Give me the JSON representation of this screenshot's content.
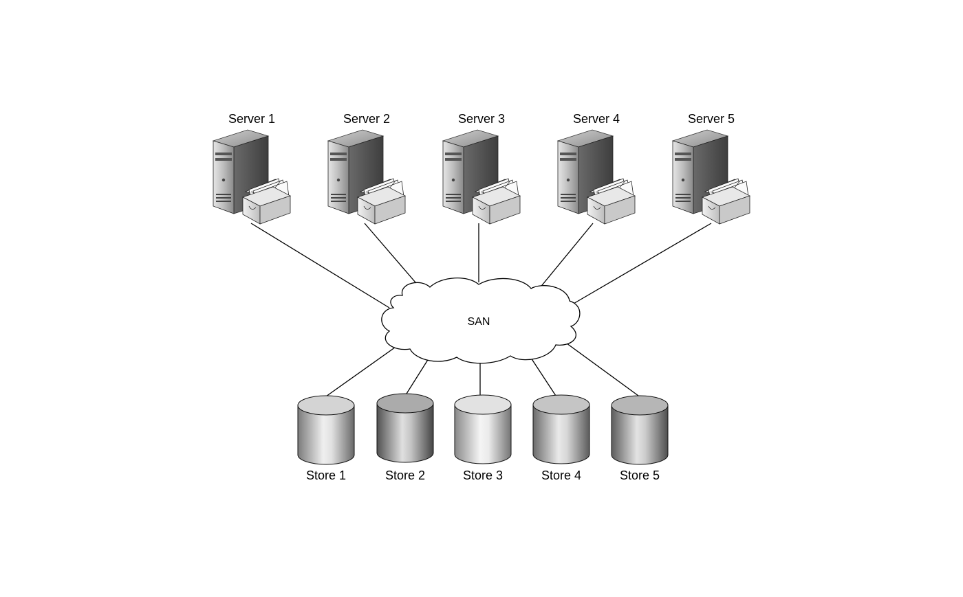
{
  "diagram": {
    "network": {
      "label": "SAN"
    },
    "servers": [
      {
        "label": "Server 1",
        "icon": "server-tower-with-mail-tray-icon"
      },
      {
        "label": "Server 2",
        "icon": "server-tower-with-mail-tray-icon"
      },
      {
        "label": "Server 3",
        "icon": "server-tower-with-mail-tray-icon"
      },
      {
        "label": "Server 4",
        "icon": "server-tower-with-mail-tray-icon"
      },
      {
        "label": "Server 5",
        "icon": "server-tower-with-mail-tray-icon"
      }
    ],
    "stores": [
      {
        "label": "Store 1",
        "icon": "storage-cylinder-icon",
        "shade": "#bdbdbd"
      },
      {
        "label": "Store 2",
        "icon": "storage-cylinder-icon",
        "shade": "#7d7d7d"
      },
      {
        "label": "Store 3",
        "icon": "storage-cylinder-icon",
        "shade": "#d2d2d2"
      },
      {
        "label": "Store 4",
        "icon": "storage-cylinder-icon",
        "shade": "#a5a5a5"
      },
      {
        "label": "Store 5",
        "icon": "storage-cylinder-icon",
        "shade": "#8e8e8e"
      }
    ],
    "connections": "each server and each store links to SAN"
  }
}
